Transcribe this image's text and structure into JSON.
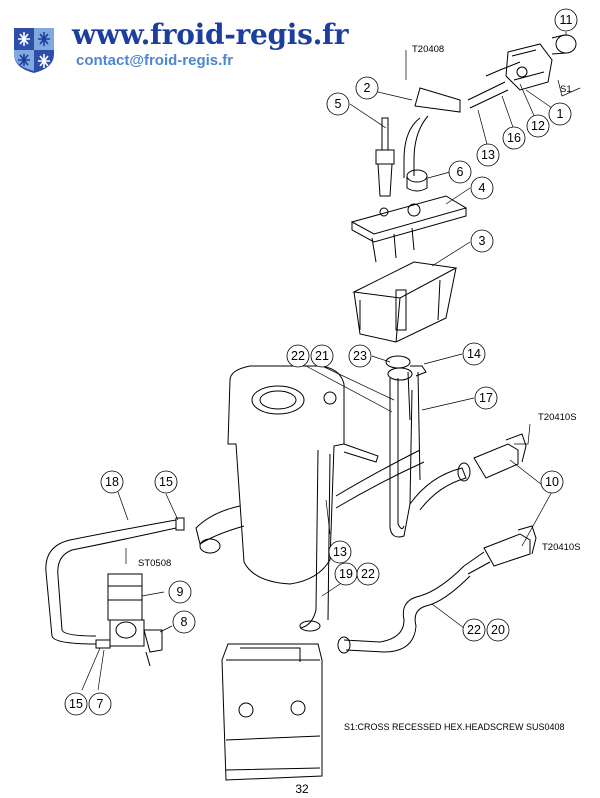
{
  "header": {
    "site": "www.froid-regis.fr",
    "email": "contact@froid-regis.fr",
    "logo_icon": "snowflake-shield-icon"
  },
  "callouts": {
    "c1": "1",
    "c2": "2",
    "c3": "3",
    "c4": "4",
    "c5": "5",
    "c6": "6",
    "c7": "7",
    "c8": "8",
    "c9": "9",
    "c10": "10",
    "c11": "11",
    "c12": "12",
    "c13a": "13",
    "c13b": "13",
    "c14": "14",
    "c15a": "15",
    "c15b": "15",
    "c16": "16",
    "c17": "17",
    "c18": "18",
    "c19": "19",
    "c20": "20",
    "c21": "21",
    "c22a": "22",
    "c22b": "22",
    "c22c": "22",
    "c23": "23"
  },
  "codes": {
    "t20408": "T20408",
    "t20410s_a": "T20410S",
    "t20410s_b": "T20410S",
    "st0508": "ST0508",
    "s1": "S1"
  },
  "note": "S1:CROSS RECESSED HEX.HEADSCREW SUS0408",
  "page_number": "32"
}
